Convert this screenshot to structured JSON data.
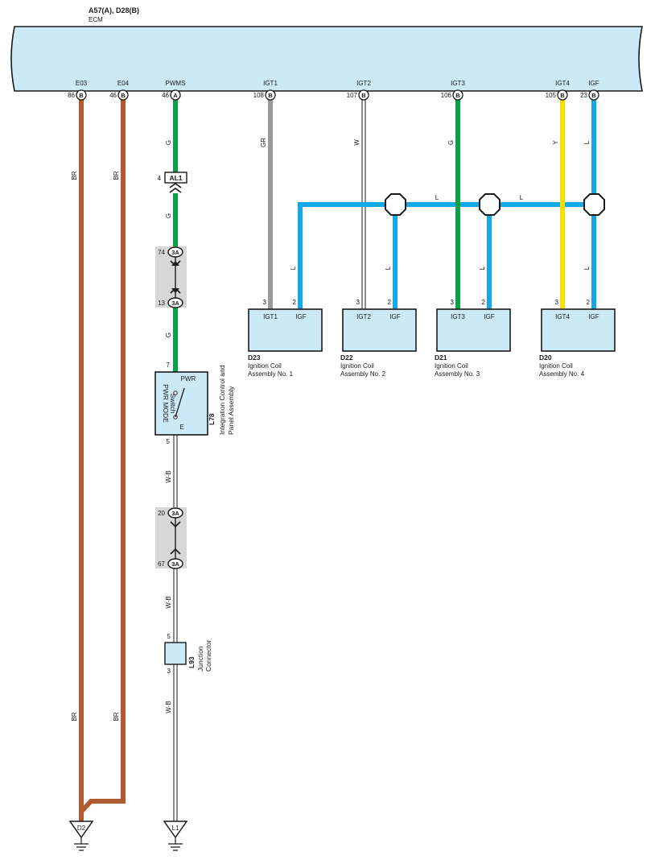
{
  "ecm": {
    "title": "A57(A), D28(B)",
    "name": "ECM",
    "terminals": [
      {
        "name": "E03",
        "pin": "86",
        "conn": "B"
      },
      {
        "name": "E04",
        "pin": "46",
        "conn": "B"
      },
      {
        "name": "PWMS",
        "pin": "46",
        "conn": "A"
      },
      {
        "name": "IGT1",
        "pin": "108",
        "conn": "B"
      },
      {
        "name": "IGT2",
        "pin": "107",
        "conn": "B"
      },
      {
        "name": "IGT3",
        "pin": "106",
        "conn": "B"
      },
      {
        "name": "IGT4",
        "pin": "105",
        "conn": "B"
      },
      {
        "name": "IGF",
        "pin": "23",
        "conn": "B"
      }
    ]
  },
  "wire_colors": {
    "BR": "#b05a30",
    "G": "#0aa04a",
    "GR": "#9a9a9a",
    "W": "#ffffff",
    "Y": "#f5e000",
    "L": "#14a8e6",
    "W-B": "#ffffff"
  },
  "wire_labels": {
    "br": "BR",
    "g": "G",
    "gr": "GR",
    "w": "W",
    "y": "Y",
    "l": "L",
    "wb": "W-B"
  },
  "al1": {
    "pin": "4",
    "name": "AL1"
  },
  "jc1": {
    "top_pin": "74",
    "bottom_pin": "13",
    "conn": "3A"
  },
  "jc2": {
    "top_pin": "20",
    "bottom_pin": "67",
    "conn": "3A"
  },
  "pwr_switch": {
    "top_pin": "7",
    "bottom_pin": "5",
    "pwr": "PWR",
    "e": "E",
    "label1": "PWR MODE",
    "label2": "Switch",
    "code": "L78",
    "desc1": "Integration Control and",
    "desc2": "Panel Assembly"
  },
  "junction": {
    "top_pin": "5",
    "bottom_pin": "3",
    "code": "L93",
    "desc1": "Junction",
    "desc2": "Connector"
  },
  "coils": [
    {
      "code": "D23",
      "igt": "IGT1",
      "igf": "IGF",
      "pin_igt": "3",
      "pin_igf": "2",
      "desc1": "Ignition Coil",
      "desc2": "Assembly No.  1"
    },
    {
      "code": "D22",
      "igt": "IGT2",
      "igf": "IGF",
      "pin_igt": "3",
      "pin_igf": "2",
      "desc1": "Ignition Coil",
      "desc2": "Assembly No.  2"
    },
    {
      "code": "D21",
      "igt": "IGT3",
      "igf": "IGF",
      "pin_igt": "3",
      "pin_igf": "2",
      "desc1": "Ignition Coil",
      "desc2": "Assembly No.  3"
    },
    {
      "code": "D20",
      "igt": "IGT4",
      "igf": "IGF",
      "pin_igt": "3",
      "pin_igf": "2",
      "desc1": "Ignition Coil",
      "desc2": "Assembly No.  4"
    }
  ],
  "grounds": [
    {
      "name": "D2"
    },
    {
      "name": "L1"
    }
  ]
}
